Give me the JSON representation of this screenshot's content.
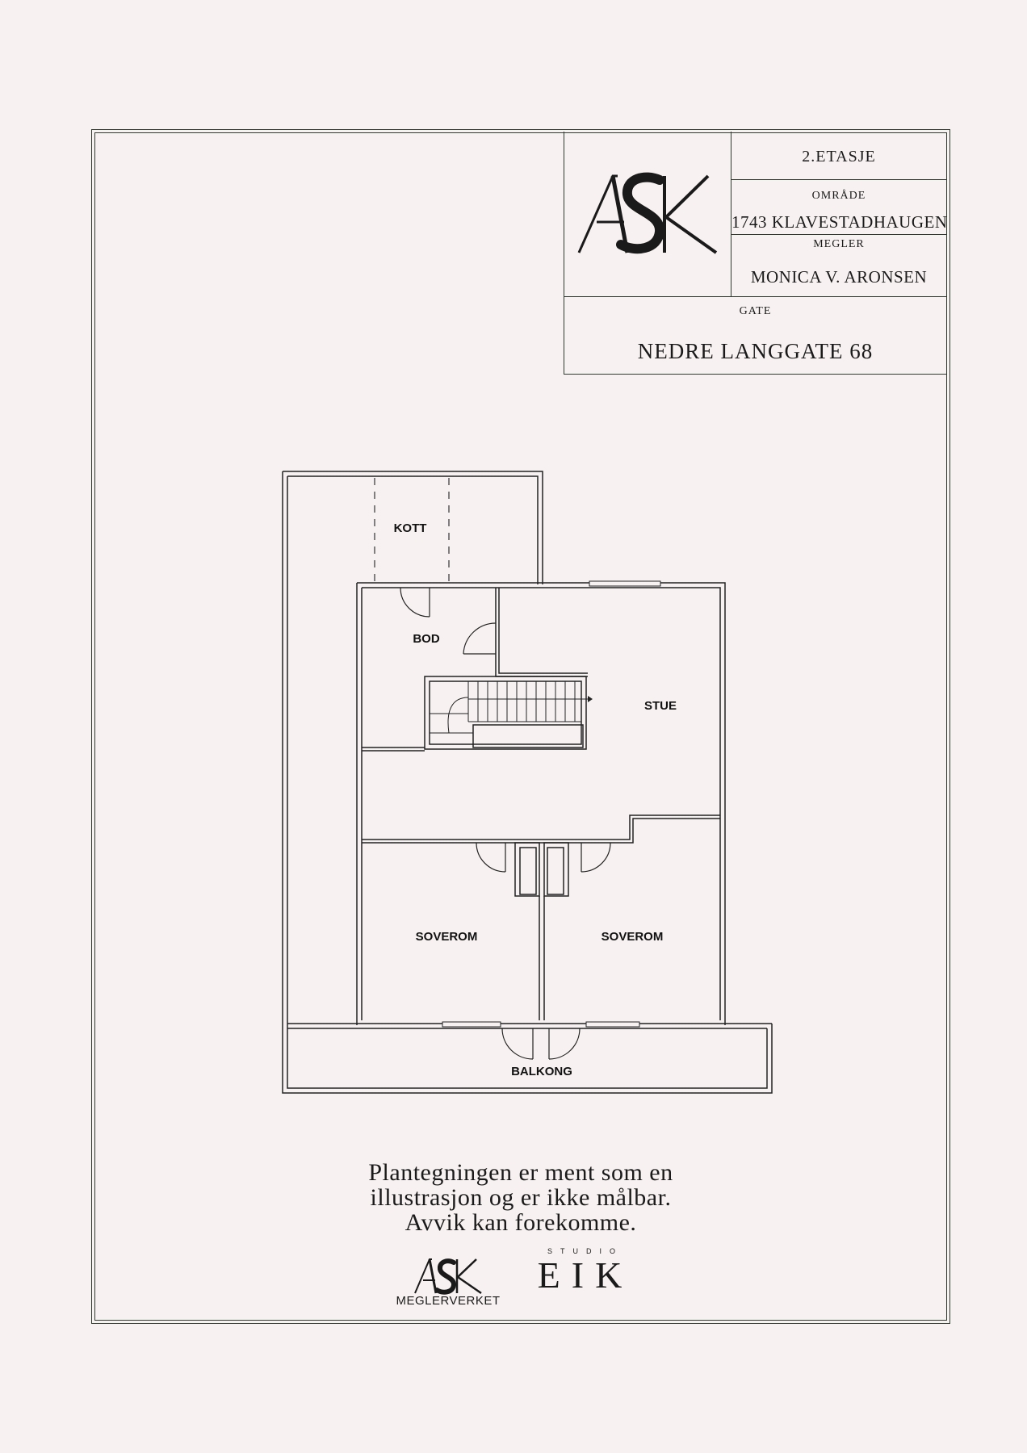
{
  "titleblock": {
    "floor": "2.ETASJE",
    "area_label": "OMRÅDE",
    "area_value": "1743 KLAVESTADHAUGEN",
    "broker_label": "MEGLER",
    "broker_value": "MONICA V. ARONSEN",
    "street_label": "GATE",
    "street_value": "NEDRE LANGGATE 68"
  },
  "rooms": {
    "kott": "KOTT",
    "bod": "BOD",
    "stue": "STUE",
    "soverom_left": "SOVEROM",
    "soverom_right": "SOVEROM",
    "balkong": "BALKONG"
  },
  "disclaimer": {
    "line1": "Plantegningen er ment som en",
    "line2": "illustrasjon og er ikke målbar.",
    "line3": "Avvik kan forekomme."
  },
  "footer": {
    "megler_name": "MEGLERVERKET",
    "studio_top": "STUDIO",
    "studio_main": "EIK"
  },
  "colors": {
    "background": "#f7f2f1",
    "frame": "#2f3b30",
    "ink": "#1a1a1a"
  }
}
